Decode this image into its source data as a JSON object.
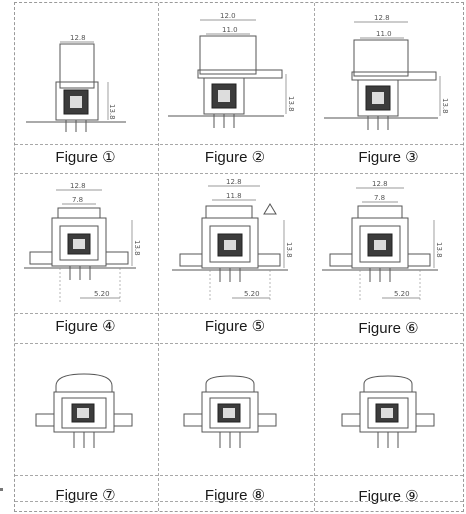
{
  "figures": [
    {
      "caption": "Figure ①",
      "top_dim": "12.8",
      "inner_dim": "",
      "side_dim": "13.8"
    },
    {
      "caption": "Figure ②",
      "top_dim": "12.0",
      "inner_dim": "11.0",
      "side_dim": "13.8"
    },
    {
      "caption": "Figure ③",
      "top_dim": "12.8",
      "inner_dim": "11.0",
      "side_dim": "13.8"
    },
    {
      "caption": "Figure ④",
      "top_dim": "12.8",
      "inner_dim": "7.8",
      "side_dim": "13.8",
      "bottom_dim": "5.20"
    },
    {
      "caption": "Figure ⑤",
      "top_dim": "12.8",
      "inner_dim": "11.8",
      "side_dim": "13.8",
      "bottom_dim": "5.20"
    },
    {
      "caption": "Figure ⑥",
      "top_dim": "12.8",
      "inner_dim": "7.8",
      "side_dim": "13.8",
      "bottom_dim": "5.20"
    },
    {
      "caption": "Figure ⑦"
    },
    {
      "caption": "Figure ⑧"
    },
    {
      "caption": "Figure ⑨"
    }
  ]
}
